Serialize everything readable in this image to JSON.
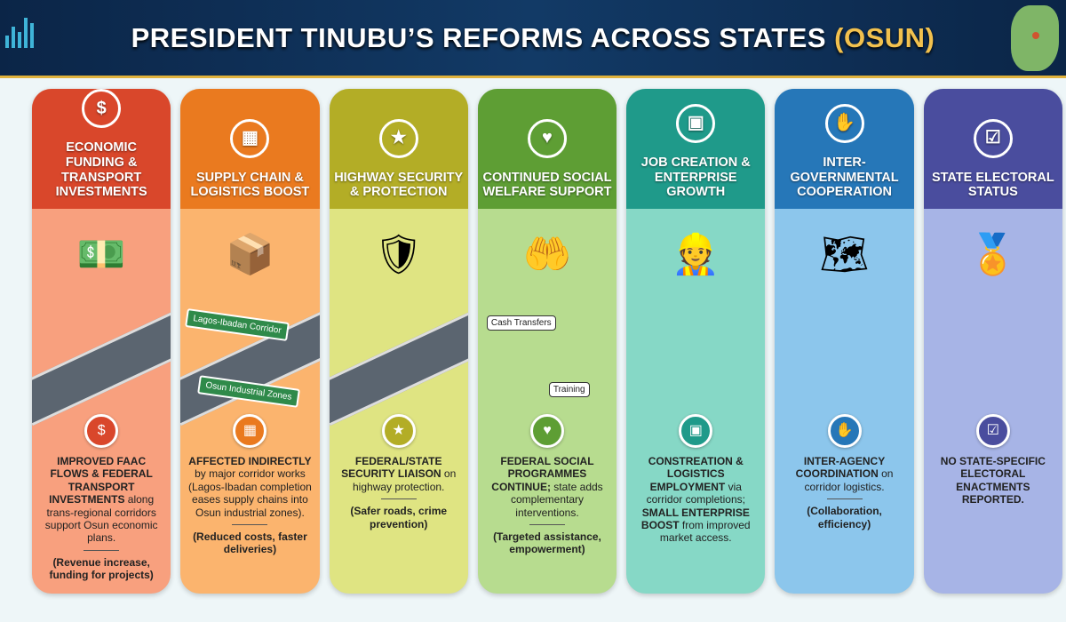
{
  "title": {
    "main": "PRESIDENT TINUBU’S REFORMS ACROSS STATES",
    "state": "(OSUN)"
  },
  "columns": [
    {
      "heading": "ECONOMIC FUNDING & TRANSPORT INVESTMENTS",
      "color": "#d9472b",
      "light": "#f8a07e",
      "icon": "coins-icon",
      "bold": "IMPROVED FAAC FLOWS & FEDERAL TRANSPORT INVESTMENTS",
      "text": "along trans-regional corridors support Osun economic plans.",
      "note": "(Revenue increase, funding for projects)"
    },
    {
      "heading": "SUPPLY CHAIN & LOGISTICS BOOST",
      "color": "#ea7a1f",
      "light": "#fbb46e",
      "icon": "boxes-icon",
      "bold": "AFFECTED INDIRECTLY",
      "text": "by major corridor works (Lagos-Ibadan completion eases supply chains into Osun industrial zones).",
      "note": "(Reduced costs, faster deliveries)",
      "labels": [
        "Lagos-Ibadan Corridor",
        "Osun Industrial Zones"
      ]
    },
    {
      "heading": "HIGHWAY SECURITY & PROTECTION",
      "color": "#b3ad26",
      "light": "#dfe482",
      "icon": "shield-icon",
      "bold": "FEDERAL/STATE SECURITY LIAISON",
      "text": "on highway protection.",
      "note": "(Safer roads, crime prevention)"
    },
    {
      "heading": "CONTINUED SOCIAL WELFARE SUPPORT",
      "color": "#5e9e34",
      "light": "#b7dc8f",
      "icon": "helping-hands-icon",
      "bold": "FEDERAL SOCIAL PROGRAMMES CONTINUE;",
      "text": "state adds complementary interventions.",
      "note": "(Targeted assistance, empowerment)",
      "labels": [
        "Cash Transfers",
        "Training"
      ]
    },
    {
      "heading": "JOB CREATION & ENTERPRISE GROWTH",
      "color": "#1f9a8a",
      "light": "#86d8c6",
      "icon": "briefcase-icon",
      "bold": "CONSTREATION & LOGISTICS EMPLOYMENT",
      "text": "via corridor completions;",
      "bold2": "SMALL ENTERPRISE BOOST",
      "text2": "from improved market access.",
      "note": ""
    },
    {
      "heading": "INTER-GOVERNMENTAL COOPERATION",
      "color": "#2677b8",
      "light": "#8cc6ec",
      "icon": "handshake-icon",
      "bold": "INTER-AGENCY COORDINATION",
      "text": "on corridor logistics.",
      "note": "(Collaboration, efficiency)"
    },
    {
      "heading": "STATE ELECTORAL STATUS",
      "color": "#4a4d9e",
      "light": "#a7b4e6",
      "icon": "ballot-icon",
      "bold": "NO STATE-SPECIFIC ELECTORAL ENACTMENTS REPORTED.",
      "text": "",
      "note": ""
    }
  ]
}
